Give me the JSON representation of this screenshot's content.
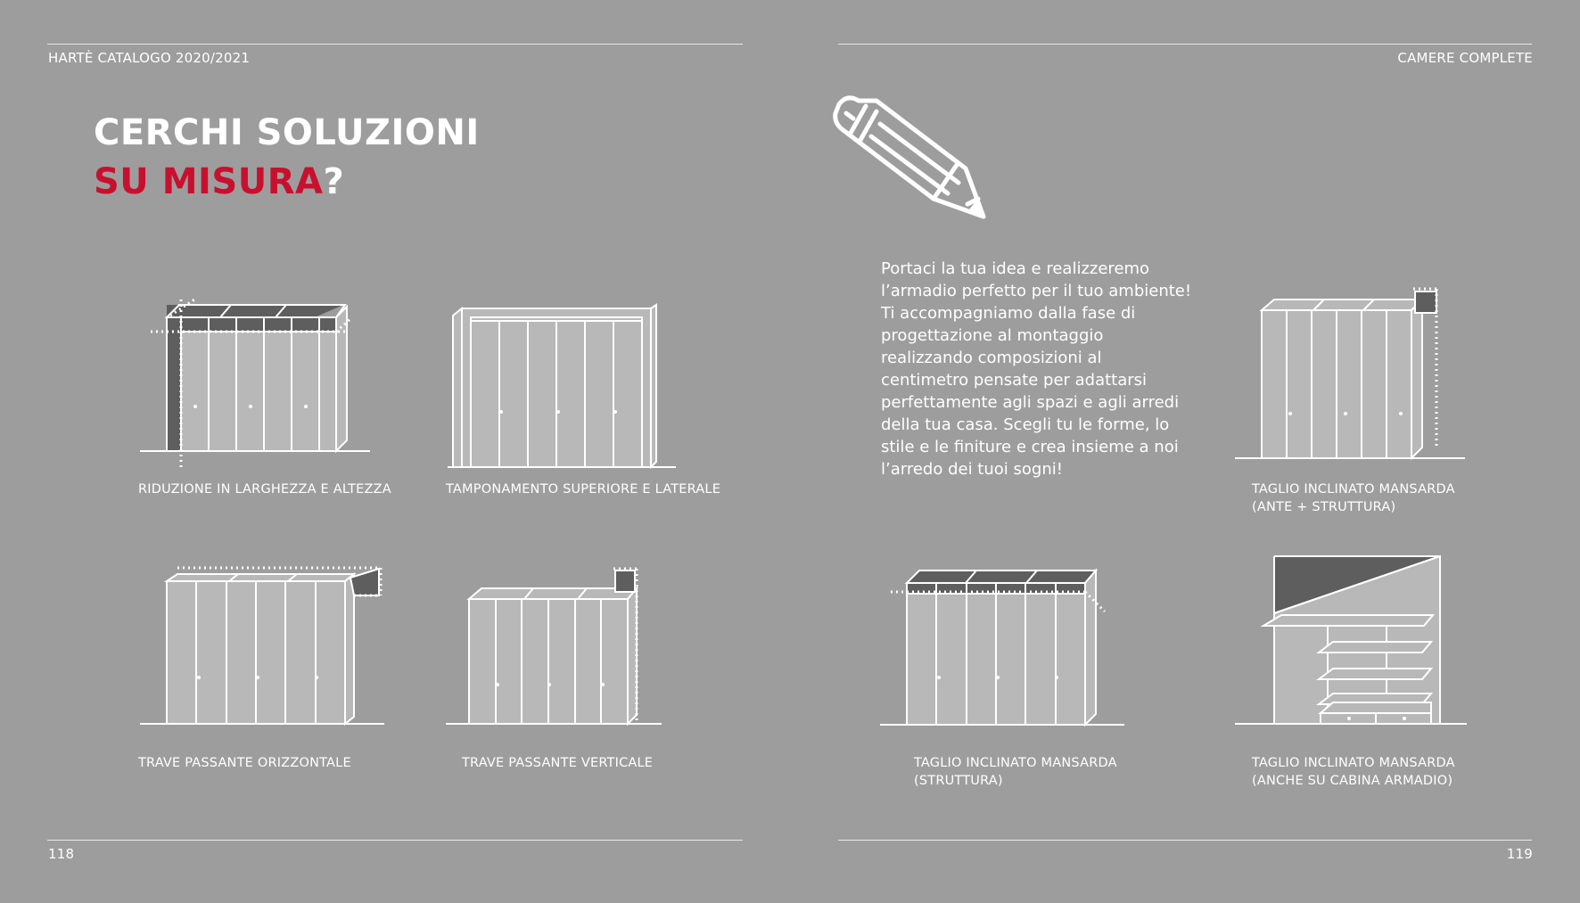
{
  "header": {
    "left": "HARTÈ CATALOGO 2020/2021",
    "right": "CAMERE COMPLETE"
  },
  "title": {
    "line1": "CERCHI SOLUZIONI",
    "line2_accent": "SU MISURA",
    "line2_end": "?"
  },
  "intro_text": "Portaci la tua idea e realizzeremo l’armadio perfetto per il tuo ambiente! Ti accompagniamo dalla fase di progettazione al montaggio realizzando composizioni al centimetro pensate per adattarsi perfettamente agli spazi e agli arredi della tua casa. Scegli tu le forme, lo stile e le finiture e crea insieme a noi l’arredo dei tuoi sogni!",
  "illustrations": [
    {
      "caption1": "RIDUZIONE IN LARGHEZZA E ALTEZZA",
      "caption2": ""
    },
    {
      "caption1": "TAMPONAMENTO SUPERIORE E LATERALE",
      "caption2": ""
    },
    {
      "caption1": "TAGLIO INCLINATO MANSARDA",
      "caption2": "(ANTE + STRUTTURA)"
    },
    {
      "caption1": "TRAVE PASSANTE ORIZZONTALE",
      "caption2": ""
    },
    {
      "caption1": "TRAVE PASSANTE VERTICALE",
      "caption2": ""
    },
    {
      "caption1": "TAGLIO INCLINATO MANSARDA",
      "caption2": "(STRUTTURA)"
    },
    {
      "caption1": "TAGLIO INCLINATO MANSARDA",
      "caption2": "(ANCHE SU CABINA ARMADIO)"
    }
  ],
  "icons": {
    "pencil": "pencil-icon"
  },
  "colors": {
    "accent": "#c8102e",
    "background": "#9d9d9d",
    "wardrobe_fill": "#b8b8b8",
    "dark_fill": "#5e5e5e"
  },
  "footer": {
    "page_left": "118",
    "page_right": "119"
  }
}
